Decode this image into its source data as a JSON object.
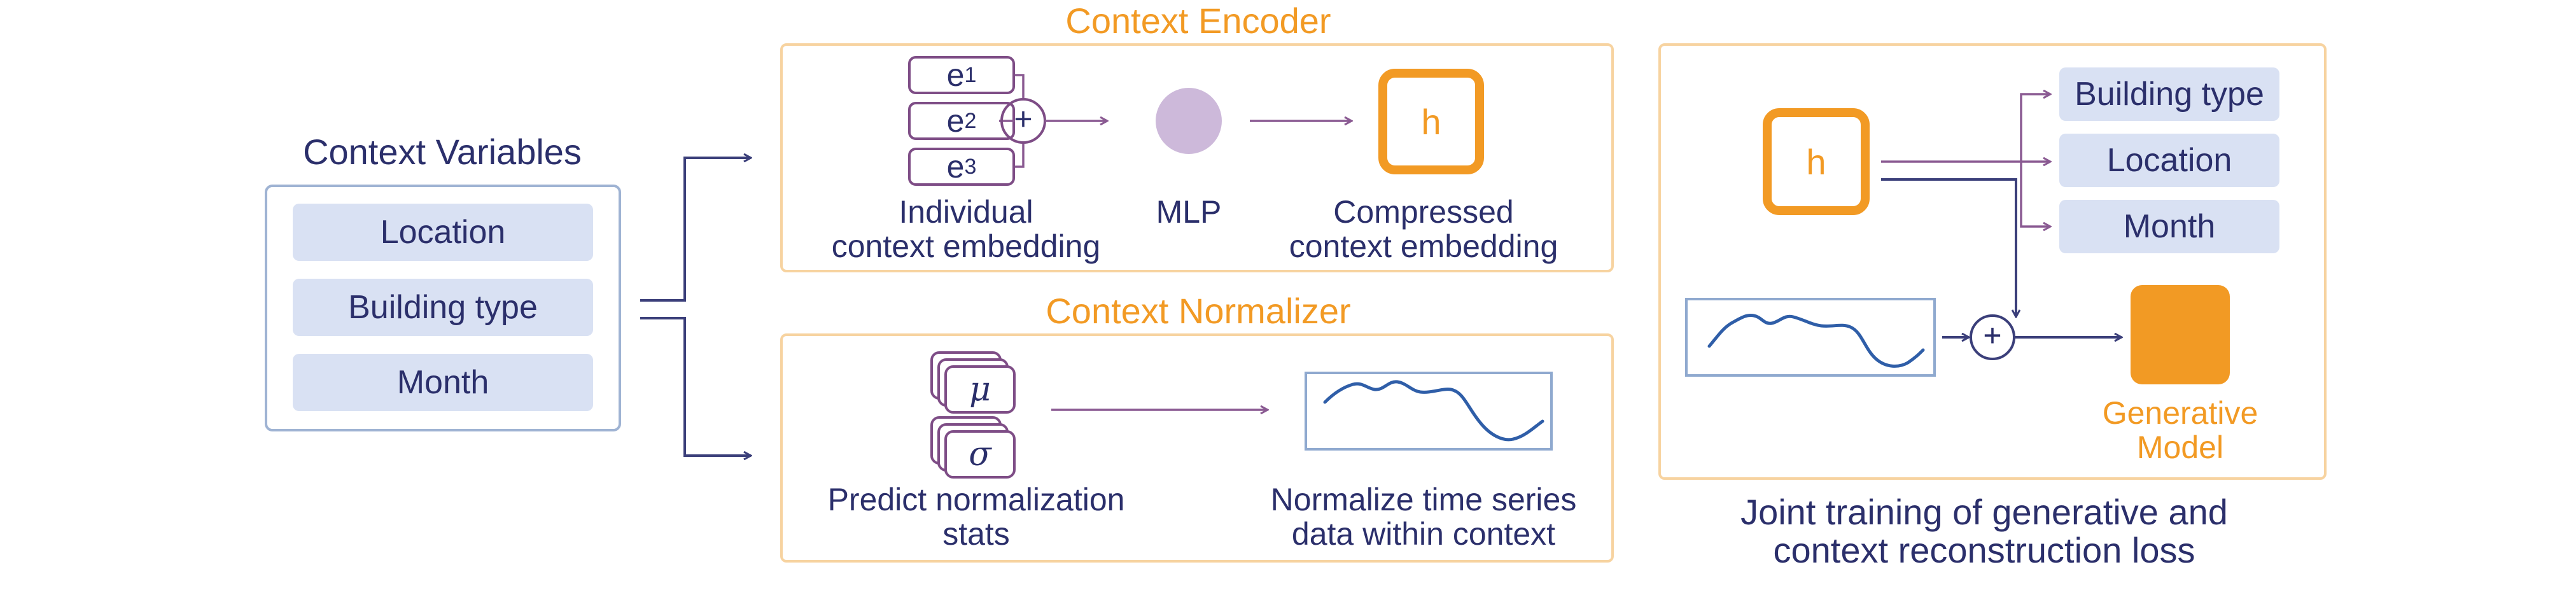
{
  "context_variables": {
    "title": "Context Variables",
    "items": [
      "Location",
      "Building type",
      "Month"
    ]
  },
  "encoder": {
    "title": "Context Encoder",
    "embeddings": [
      {
        "base": "e",
        "sub": "1"
      },
      {
        "base": "e",
        "sub": "2"
      },
      {
        "base": "e",
        "sub": "3"
      }
    ],
    "plus": "+",
    "individual_label_line1": "Individual",
    "individual_label_line2": "context embedding",
    "mlp_label": "MLP",
    "h_label": "h",
    "compressed_label_line1": "Compressed",
    "compressed_label_line2": "context embedding"
  },
  "normalizer": {
    "title": "Context Normalizer",
    "mu": "μ",
    "sigma": "σ",
    "predict_line1": "Predict normalization",
    "predict_line2": "stats",
    "normalize_line1": "Normalize time series",
    "normalize_line2": "data within context"
  },
  "joint": {
    "h_label": "h",
    "outputs": [
      "Building type",
      "Location",
      "Month"
    ],
    "plus": "+",
    "generative_line1": "Generative",
    "generative_line2": "Model",
    "caption_line1": "Joint training of generative and",
    "caption_line2": "context reconstruction loss"
  },
  "colors": {
    "orange": "#f29a24",
    "navy": "#2b2f6b",
    "purple": "#7e4d86",
    "pill": "#d9e1f3",
    "mlp_circle": "#cdb9da",
    "series": "#2f5ea8"
  }
}
